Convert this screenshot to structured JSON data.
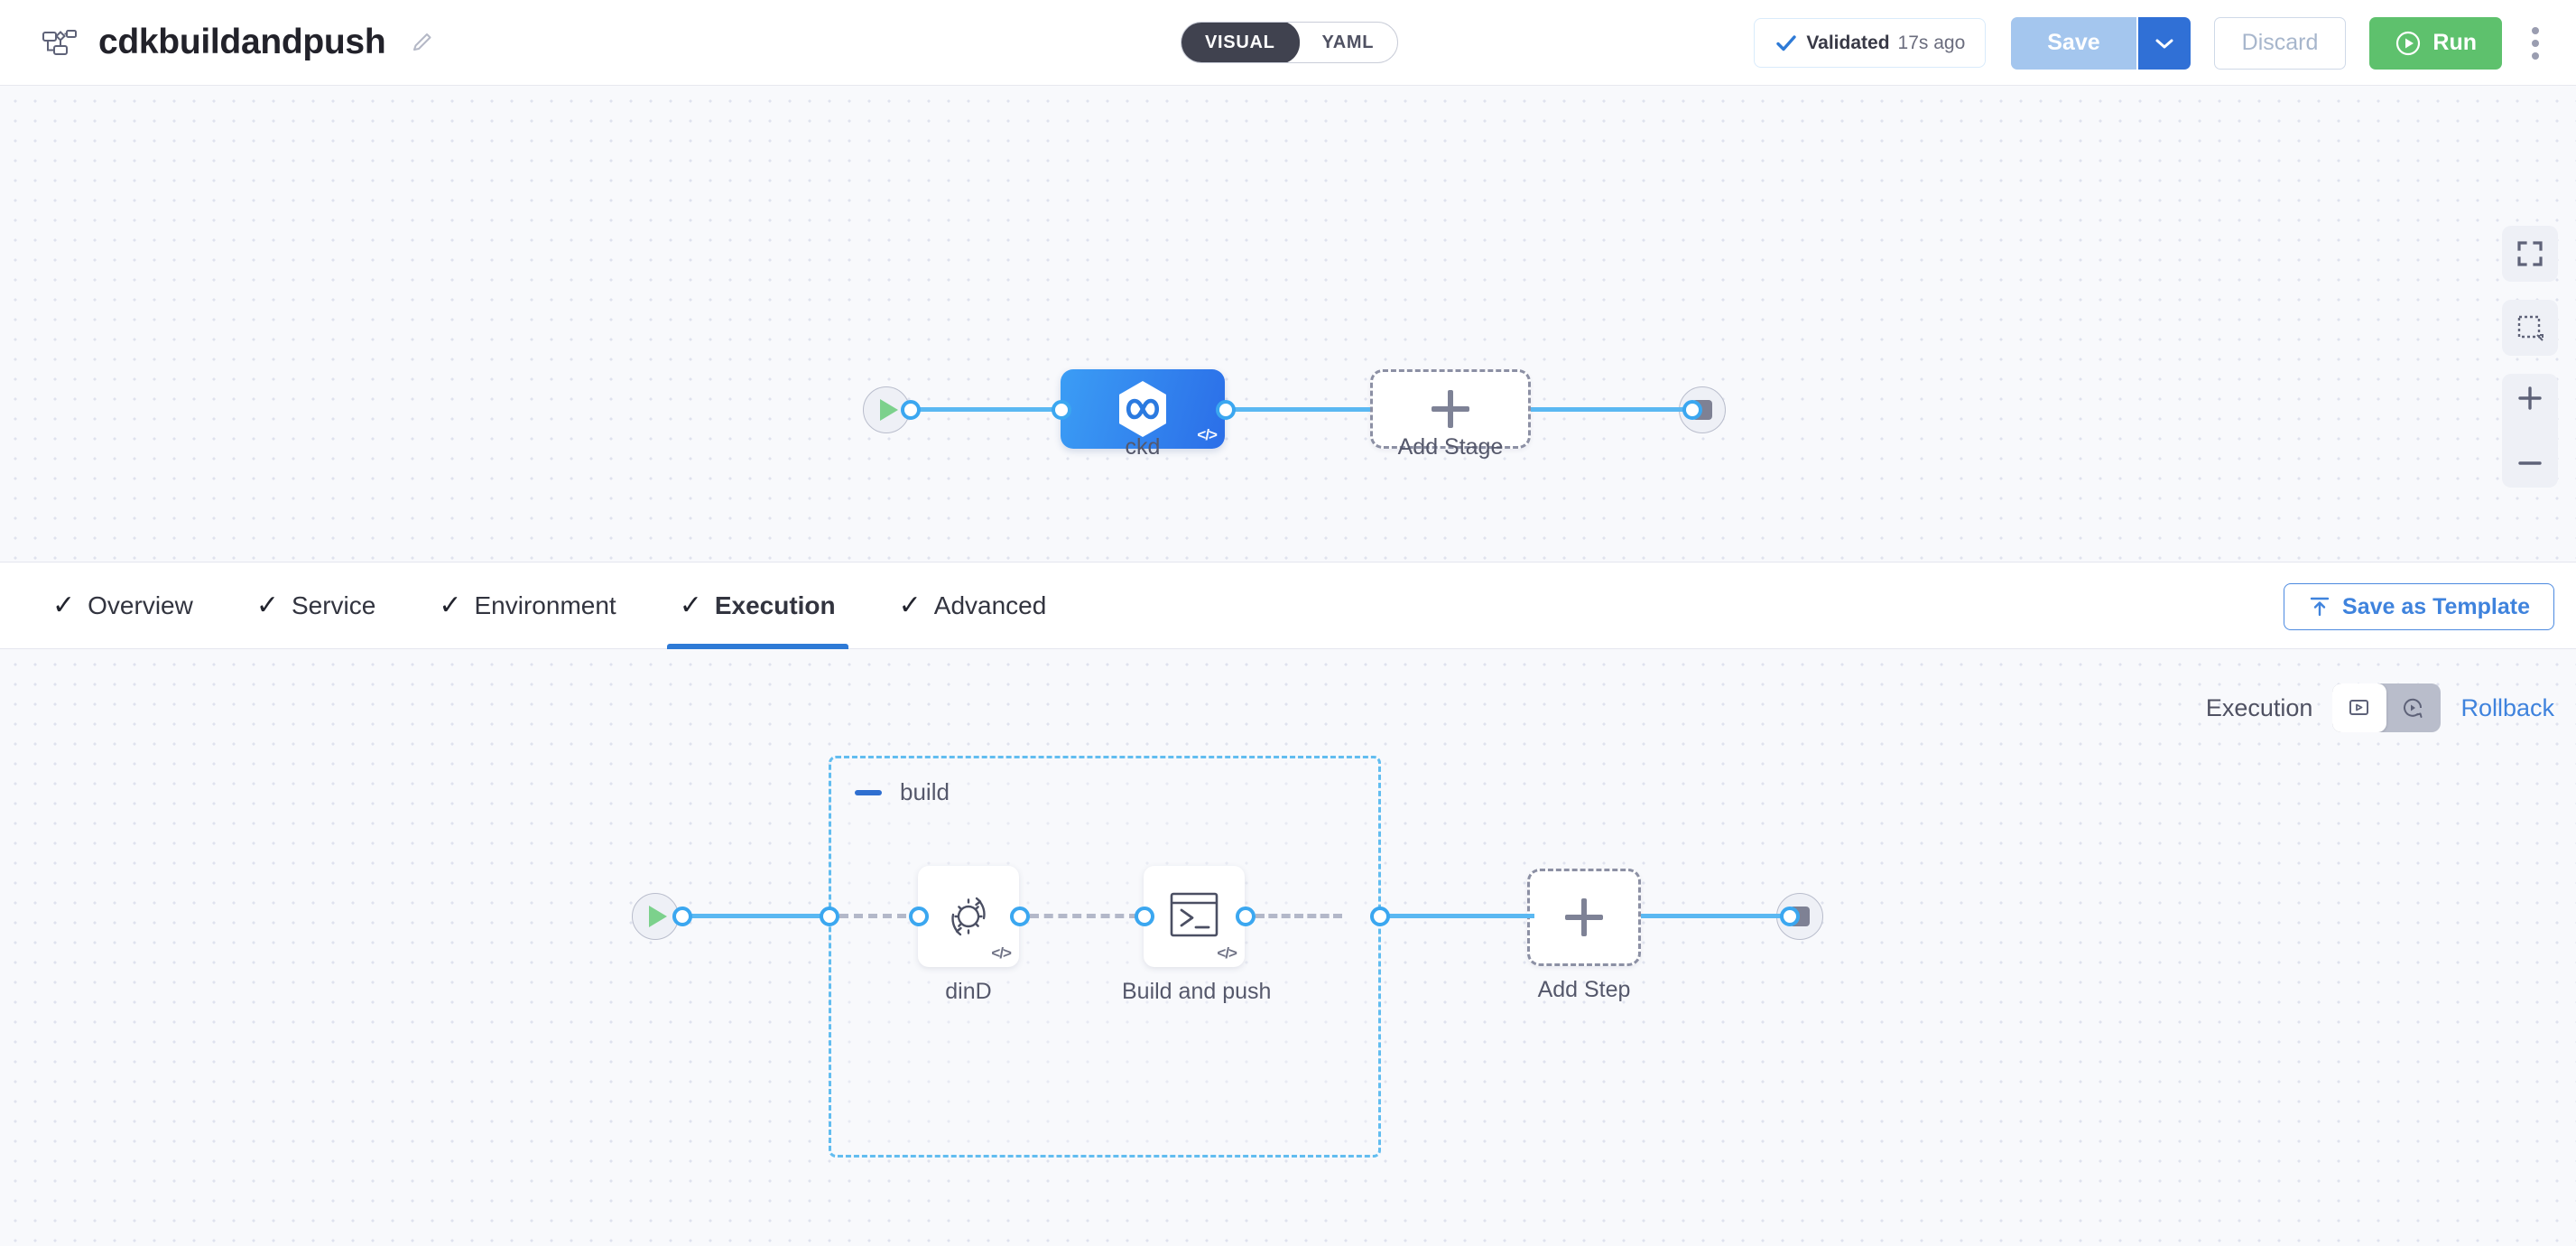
{
  "header": {
    "pipeline_icon": "pipeline-icon",
    "title": "cdkbuildandpush",
    "edit_icon": "pencil-icon",
    "mode_toggle": {
      "options": [
        "VISUAL",
        "YAML"
      ],
      "selected": "VISUAL"
    },
    "validation": {
      "icon": "check-icon",
      "label": "Validated",
      "timestamp": "17s ago"
    },
    "save_label": "Save",
    "save_caret_icon": "chevron-down-icon",
    "discard_label": "Discard",
    "run_label": "Run",
    "run_icon": "play-circle-icon",
    "more_icon": "kebab-menu-icon",
    "colors": {
      "run": "#5ec16d",
      "save": "#a4c6ee",
      "save_caret": "#3070d6",
      "accent": "#3f83dd"
    }
  },
  "stage_canvas": {
    "start_icon": "play-icon",
    "end_icon": "stop-icon",
    "stage": {
      "name": "ckd",
      "icon": "harness-cd-icon",
      "badge": "</>"
    },
    "add_stage": {
      "label": "Add Stage",
      "icon": "plus-icon"
    },
    "tools": {
      "fit_icon": "fit-screen-icon",
      "select_icon": "marquee-select-icon",
      "zoom_in_icon": "zoom-in-icon",
      "zoom_out_icon": "zoom-out-icon"
    }
  },
  "tabs": {
    "items": [
      {
        "label": "Overview",
        "icon": "check-icon",
        "active": false
      },
      {
        "label": "Service",
        "icon": "check-icon",
        "active": false
      },
      {
        "label": "Environment",
        "icon": "check-icon",
        "active": false
      },
      {
        "label": "Execution",
        "icon": "check-icon",
        "active": true
      },
      {
        "label": "Advanced",
        "icon": "check-icon",
        "active": false
      }
    ],
    "save_as_template": {
      "label": "Save as Template",
      "icon": "template-upload-icon"
    }
  },
  "execution_bar": {
    "label": "Execution",
    "execution_icon": "execution-view-icon",
    "rollback_icon": "rollback-icon",
    "rollback_label": "Rollback",
    "selected": "execution"
  },
  "step_canvas": {
    "start_icon": "play-icon",
    "end_icon": "stop-icon",
    "group": {
      "name": "build",
      "collapse_icon": "minus-icon",
      "steps": [
        {
          "name": "dinD",
          "icon": "background-service-icon",
          "badge": "</>"
        },
        {
          "name": "Build and push",
          "icon": "terminal-icon",
          "badge": "</>"
        }
      ]
    },
    "add_step": {
      "label": "Add Step",
      "icon": "plus-icon"
    }
  }
}
